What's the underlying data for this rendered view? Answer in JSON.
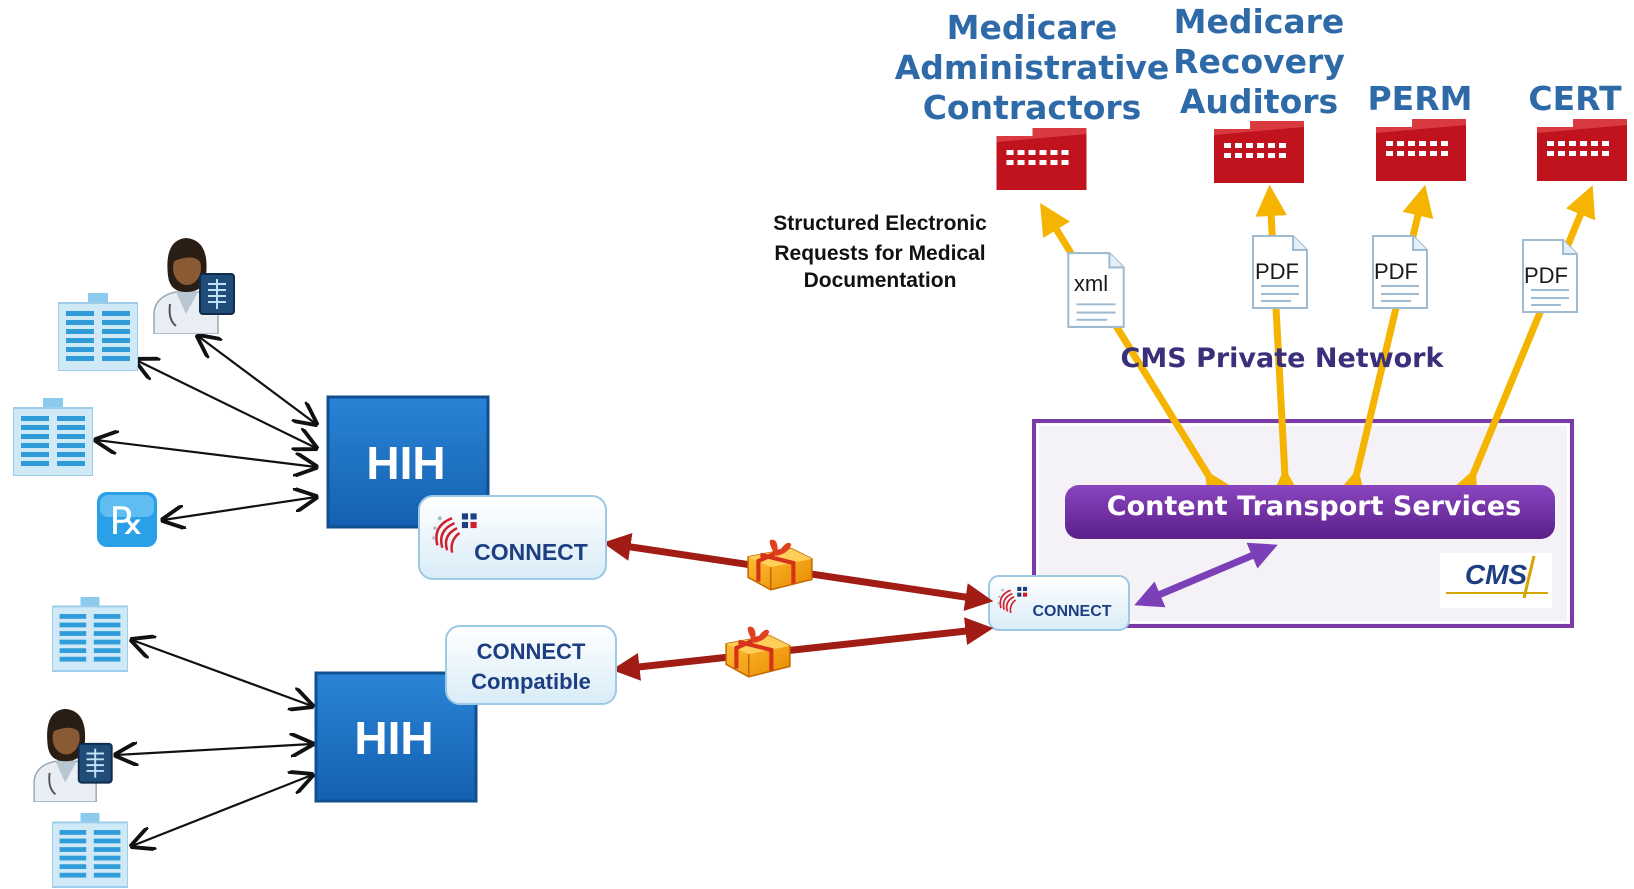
{
  "orgs": {
    "mac": [
      "Medicare",
      "Administrative",
      "Contractors"
    ],
    "rac": [
      "Medicare",
      "Recovery",
      "Auditors"
    ],
    "perm": "PERM",
    "cert": "CERT"
  },
  "docs": {
    "mac": "xml",
    "rac": "PDF",
    "perm": "PDF",
    "cert": "PDF"
  },
  "request_label": [
    "Structured Electronic",
    "Requests for Medical",
    "Documentation"
  ],
  "network_label": "CMS Private Network",
  "cts_label": "Content Transport  Services",
  "hih": {
    "top": "HIH",
    "bottom": "HIH"
  },
  "connect_label": "CONNECT",
  "connect_compatible": [
    "CONNECT",
    "Compatible"
  ],
  "cms_logo": "CMS",
  "rx_symbol": "℞",
  "colors": {
    "org_text": "#2e6aa8",
    "building_red": "#c0131d",
    "hih_blue": "#1d6fc4",
    "cts_purple": "#6a2a9a",
    "yellow_arrow": "#f5b400",
    "red_arrow": "#a01c14",
    "purple_arrow": "#7b3fb8",
    "network_text": "#3a2f7a"
  }
}
